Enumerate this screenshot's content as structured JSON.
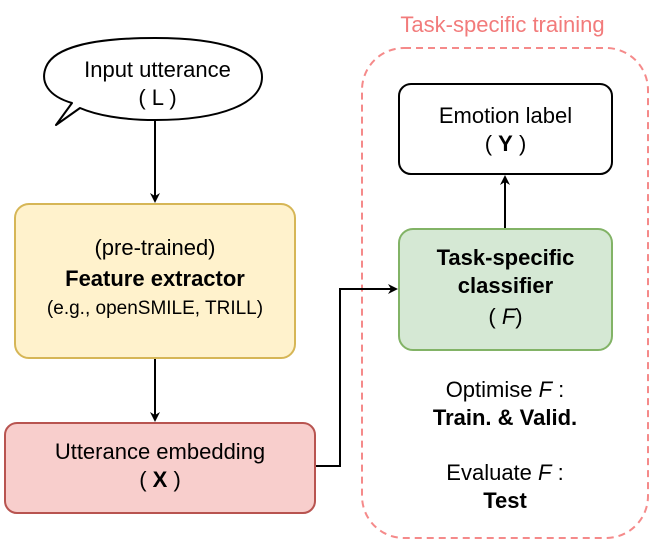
{
  "colors": {
    "yellow_fill": "#fff2cc",
    "yellow_stroke": "#d6b656",
    "red_fill": "#f8cecc",
    "red_stroke": "#b85450",
    "green_fill": "#d5e8d4",
    "green_stroke": "#82b366",
    "region_stroke": "#f58a8a",
    "region_title": "#f27b7b"
  },
  "region": {
    "title": "Task-specific training"
  },
  "nodes": {
    "input": {
      "line1": "Input utterance",
      "line2": "( L )"
    },
    "extractor": {
      "line1": "(pre-trained)",
      "line2": "Feature extractor",
      "line3": "(e.g., openSMILE, TRILL)"
    },
    "embedding": {
      "line1": "Utterance embedding",
      "open": "( ",
      "symbol": "X",
      "close": " )"
    },
    "classifier": {
      "line1": "Task-specific",
      "line2": "classifier",
      "open": "( ",
      "symbol": "F",
      "close": ")"
    },
    "emotion": {
      "line1": "Emotion label",
      "open": "( ",
      "symbol": "Y",
      "close": " )"
    }
  },
  "notes": {
    "optimise": {
      "prefix": "Optimise ",
      "symbol": "F",
      "suffix": " :",
      "bold": "Train. & Valid."
    },
    "evaluate": {
      "prefix": "Evaluate ",
      "symbol": "F",
      "suffix": " :",
      "bold": "Test"
    }
  }
}
